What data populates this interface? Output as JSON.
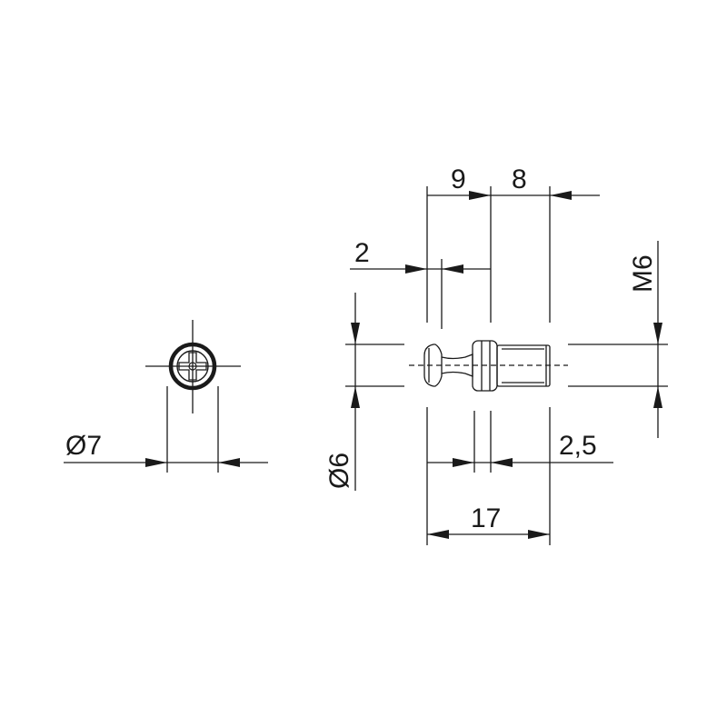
{
  "front_view": {
    "diameter_label": "Ø7"
  },
  "side_view": {
    "head_length_label": "9",
    "thread_length_label": "8",
    "head_thickness_label": "2",
    "thread_label": "M6",
    "diameter_label": "Ø6",
    "collar_label": "2,5",
    "total_length_label": "17"
  }
}
